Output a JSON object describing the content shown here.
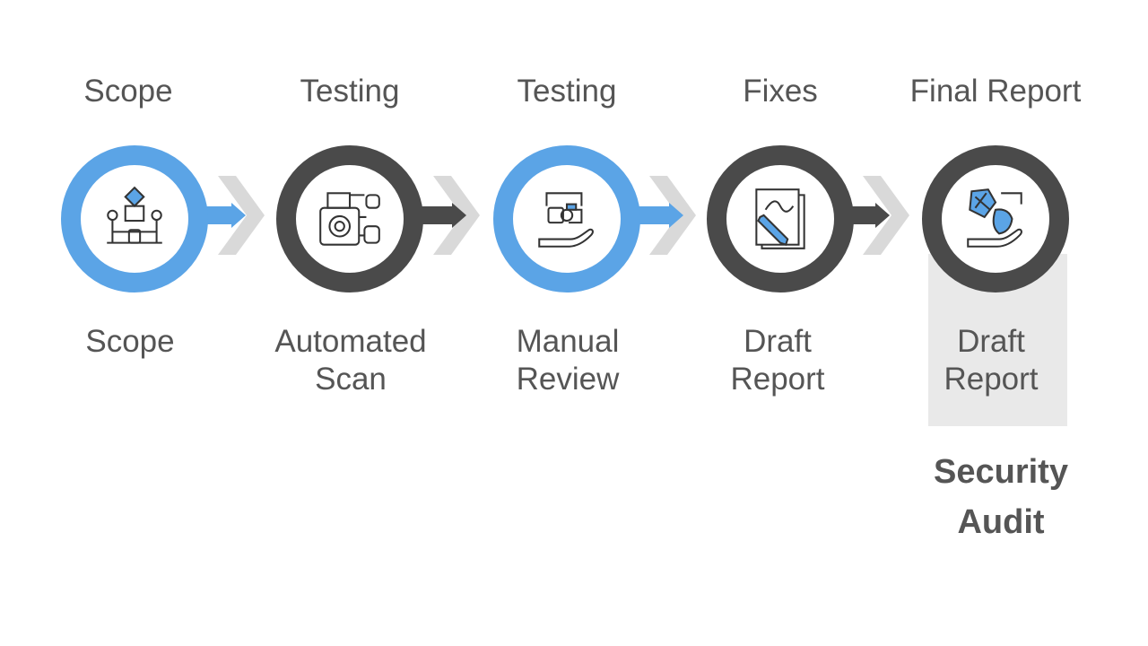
{
  "stages": [
    {
      "title": "Scope",
      "caption": [
        "Scope"
      ],
      "icon": "scope-team-icon",
      "color": "#5ba4e6"
    },
    {
      "title": "Testing",
      "caption": [
        "Automated",
        "Scan"
      ],
      "icon": "scanner-camera-icon",
      "color": "#4a4a4a"
    },
    {
      "title": "Testing",
      "caption": [
        "Manual",
        "Review"
      ],
      "icon": "hand-inspection-icon",
      "color": "#5ba4e6"
    },
    {
      "title": "Fixes",
      "caption": [
        "Draft",
        "Report"
      ],
      "icon": "document-pen-icon",
      "color": "#4a4a4a"
    },
    {
      "title": "Final Report",
      "caption": [
        "Draft",
        "Report"
      ],
      "icon": "shield-hand-icon",
      "color": "#4a4a4a"
    }
  ],
  "final_title": [
    "Security",
    "Audit"
  ],
  "colors": {
    "blue": "#5ba4e6",
    "dark": "#4a4a4a",
    "chevron": "#d9d9d9",
    "text": "#555555",
    "highlight": "#e9e9e9"
  }
}
